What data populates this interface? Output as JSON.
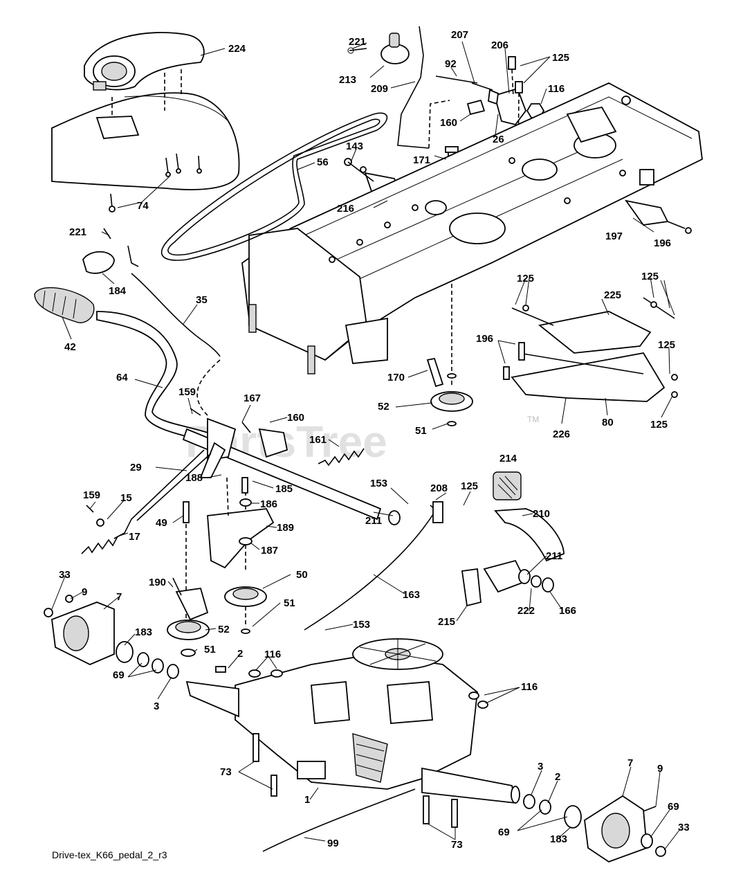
{
  "diagram": {
    "caption": "Drive-tex_K66_pedal_2_r3",
    "watermark": "PartsTree",
    "watermark_mark": "TM",
    "callouts": [
      "224",
      "221",
      "213",
      "209",
      "207",
      "92",
      "206",
      "125",
      "116",
      "160",
      "26",
      "143",
      "171",
      "56",
      "216",
      "74",
      "197",
      "196",
      "221",
      "184",
      "35",
      "42",
      "64",
      "159",
      "167",
      "160",
      "161",
      "29",
      "188",
      "185",
      "186",
      "189",
      "187",
      "153",
      "208",
      "125",
      "214",
      "211",
      "210",
      "159",
      "15",
      "17",
      "49",
      "33",
      "9",
      "7",
      "190",
      "50",
      "51",
      "52",
      "51",
      "163",
      "211",
      "222",
      "166",
      "215",
      "153",
      "183",
      "69",
      "3",
      "2",
      "116",
      "116",
      "73",
      "1",
      "99",
      "73",
      "3",
      "2",
      "7",
      "9",
      "69",
      "183",
      "33",
      "69",
      "125",
      "225",
      "125",
      "196",
      "125",
      "170",
      "52",
      "51",
      "226",
      "80",
      "125"
    ]
  }
}
